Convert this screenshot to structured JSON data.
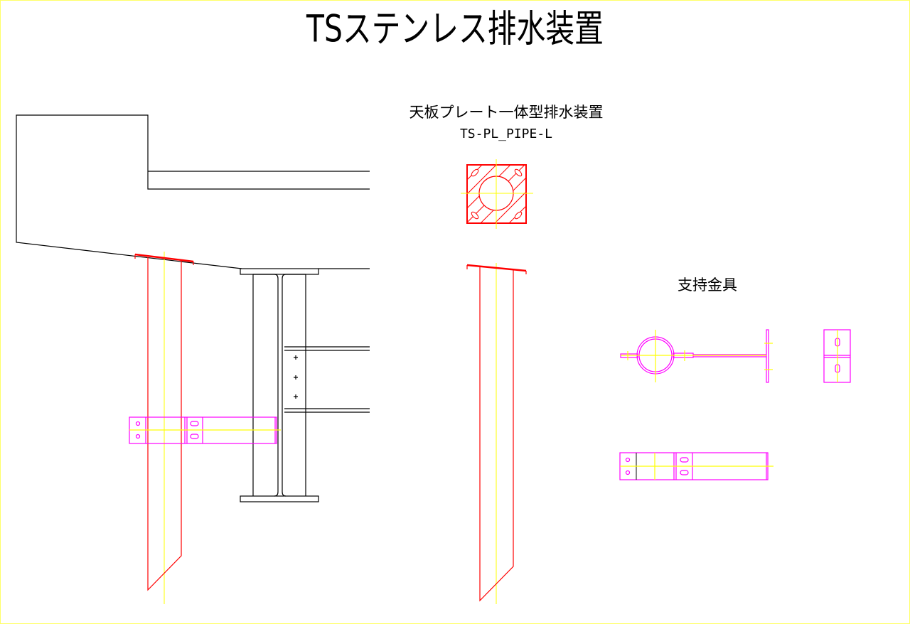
{
  "title": "TSステンレス排水装置",
  "product": {
    "name": "天板プレート一体型排水装置",
    "code": "TS-PL_PIPE-L"
  },
  "bracket": {
    "name": "支持金具"
  },
  "colors": {
    "pipe": "#ff0000",
    "bracket": "#ff00ff",
    "centerline": "#ffff00",
    "structure": "#000000",
    "border": "#ffff66"
  }
}
